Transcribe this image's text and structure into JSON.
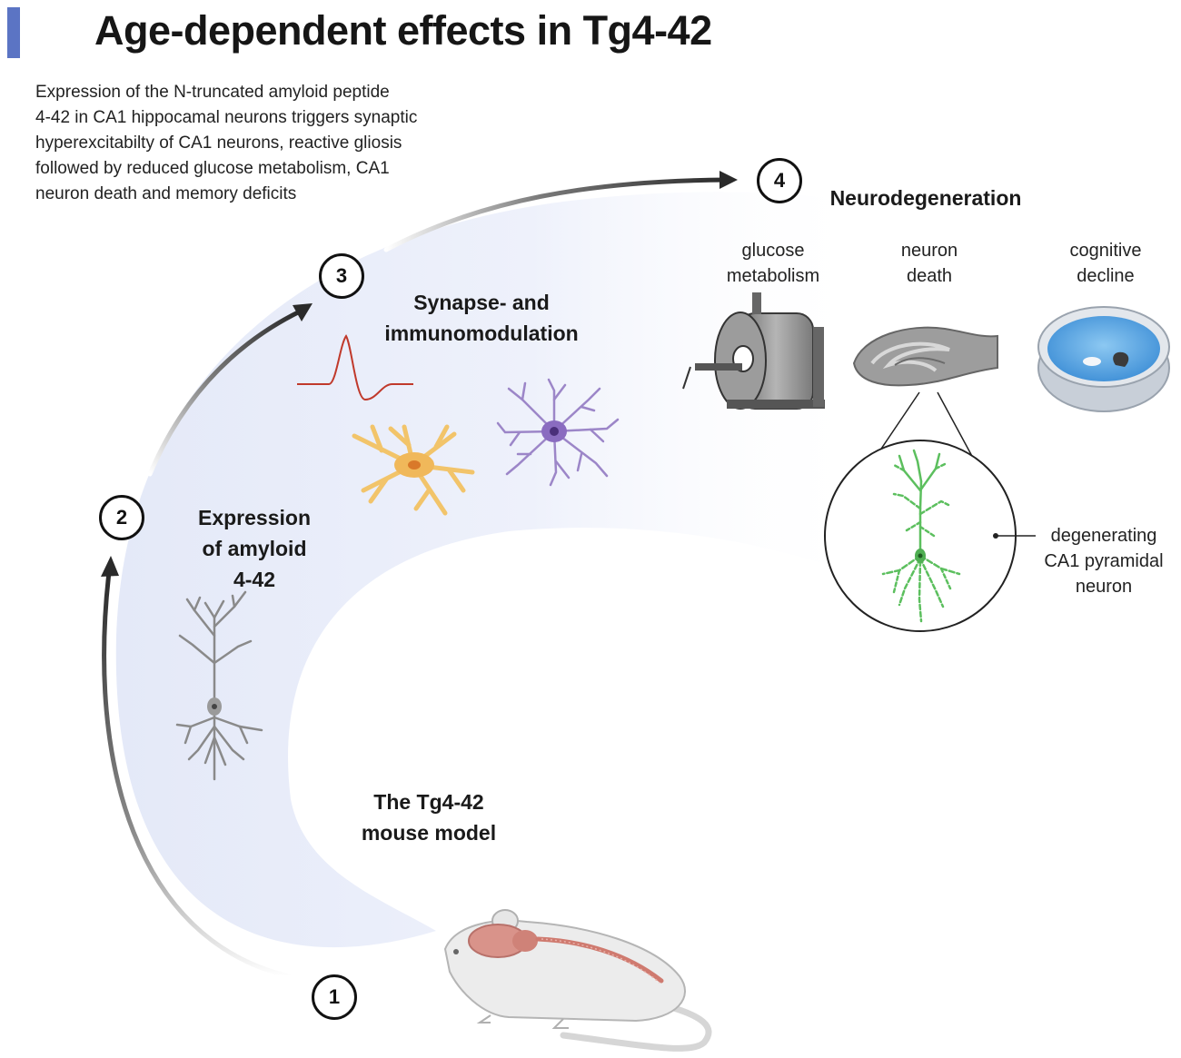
{
  "header": {
    "title": "Age-dependent effects in Tg4-42",
    "accent_color": "#5b74c4"
  },
  "description": {
    "lines": [
      "Expression of the N-truncated amyloid peptide",
      "4-42 in CA1 hippocamal neurons triggers synaptic",
      "hyperexcitabilty of CA1 neurons, reactive gliosis",
      "followed by reduced glucose metabolism, CA1",
      "neuron death and memory deficits"
    ]
  },
  "steps": [
    {
      "number": "1",
      "label_lines": [
        "The Tg4-42",
        "mouse model"
      ]
    },
    {
      "number": "2",
      "label_lines": [
        "Expression",
        "of amyloid",
        "4-42"
      ]
    },
    {
      "number": "3",
      "label_lines": [
        "Synapse- and",
        "immunomodulation"
      ]
    },
    {
      "number": "4",
      "label_lines": [
        "Neurodegeneration"
      ]
    }
  ],
  "neurodegeneration_items": [
    {
      "label_lines": [
        "glucose",
        "metabolism"
      ],
      "icon": "pet-scanner-icon"
    },
    {
      "label_lines": [
        "neuron",
        "death"
      ],
      "icon": "hippocampus-icon"
    },
    {
      "label_lines": [
        "cognitive",
        "decline"
      ],
      "icon": "water-maze-icon"
    }
  ],
  "callout": {
    "label_lines": [
      "degenerating",
      "CA1 pyramidal",
      "neuron"
    ]
  },
  "colors": {
    "band": "#e9edf9",
    "arrow": "#2e2e2e",
    "neuron_gray": "#8a8a8a",
    "astrocyte": "#f2c46a",
    "microglia": "#9c86c8",
    "degenerating_neuron": "#5cbf5e",
    "action_potential": "#c0392b",
    "mouse_brain": "#d9938a",
    "water": "#5aa8e6"
  }
}
